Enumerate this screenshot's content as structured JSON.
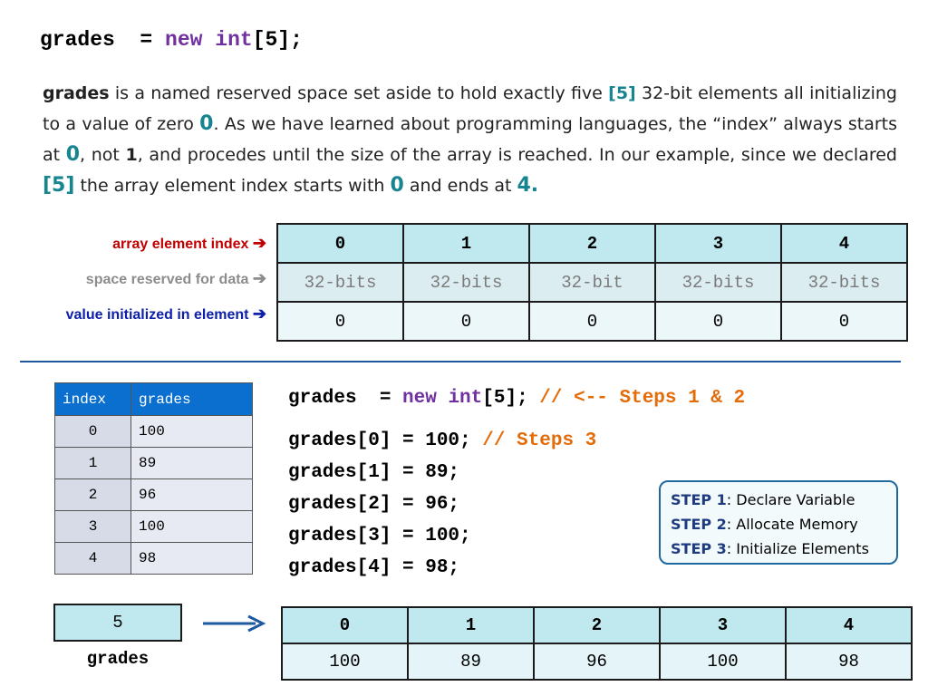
{
  "title_code": {
    "var": "grades",
    "assign": "  = ",
    "kw_new": "new",
    "kw_int": "int",
    "rest": "[5];"
  },
  "description": {
    "p1_var": "grades",
    "p1_a": " is a named reserved space set aside to hold exactly five ",
    "p1_five": "[5]",
    "p1_b": " 32-bit elements all initializing to a value of zero ",
    "p1_zero": "0",
    "p1_c": ". As we have learned about programming languages, the “index” always starts at ",
    "p1_zero2": "0",
    "p1_d": ", not ",
    "p1_one": "1",
    "p1_e": ", and procedes until the size of the array is reached. In our example, since we declared ",
    "p1_five2": "[5]",
    "p1_f": " the array element index starts with ",
    "p1_zero3": "0",
    "p1_g": " and ends at ",
    "p1_four": "4."
  },
  "row_labels": {
    "index": "array element index",
    "space": "space reserved for data",
    "value": "value initialized in element",
    "arrow": "➔"
  },
  "memory_table": {
    "indexes": [
      "0",
      "1",
      "2",
      "3",
      "4"
    ],
    "space": [
      "32-bits",
      "32-bits",
      "32-bit",
      "32-bits",
      "32-bits"
    ],
    "values": [
      "0",
      "0",
      "0",
      "0",
      "0"
    ]
  },
  "grades_table": {
    "headers": [
      "index",
      "grades"
    ],
    "rows": [
      [
        "0",
        "100"
      ],
      [
        "1",
        "89"
      ],
      [
        "2",
        "96"
      ],
      [
        "3",
        "100"
      ],
      [
        "4",
        "98"
      ]
    ]
  },
  "code": {
    "line1_var": "grades  = ",
    "line1_new": "new",
    "line1_int": "int",
    "line1_rest": "[5]; ",
    "line1_comment": "// <-- Steps 1 & 2",
    "line2_code": "grades[0] = 100; ",
    "line2_comment": "// Steps 3",
    "lines": [
      "grades[1] = 89;",
      "grades[2] = 96;",
      "grades[3] = 100;",
      "grades[4] = 98;"
    ]
  },
  "steps": [
    {
      "key": "STEP 1",
      "text": ": Declare Variable"
    },
    {
      "key": "STEP 2",
      "text": ": Allocate Memory"
    },
    {
      "key": "STEP 3",
      "text": ": Initialize Elements"
    }
  ],
  "variable_box": {
    "value": "5",
    "name": "grades"
  },
  "result_table": {
    "indexes": [
      "0",
      "1",
      "2",
      "3",
      "4"
    ],
    "values": [
      "100",
      "89",
      "96",
      "100",
      "98"
    ]
  },
  "colors": {
    "keyword": "#7030a0",
    "comment": "#e36c09",
    "index_label": "#c00000",
    "space_label": "#8c8c8c",
    "value_label": "#0e20a8",
    "table_header": "#0b6fd0",
    "divider": "#1f5aa0"
  }
}
